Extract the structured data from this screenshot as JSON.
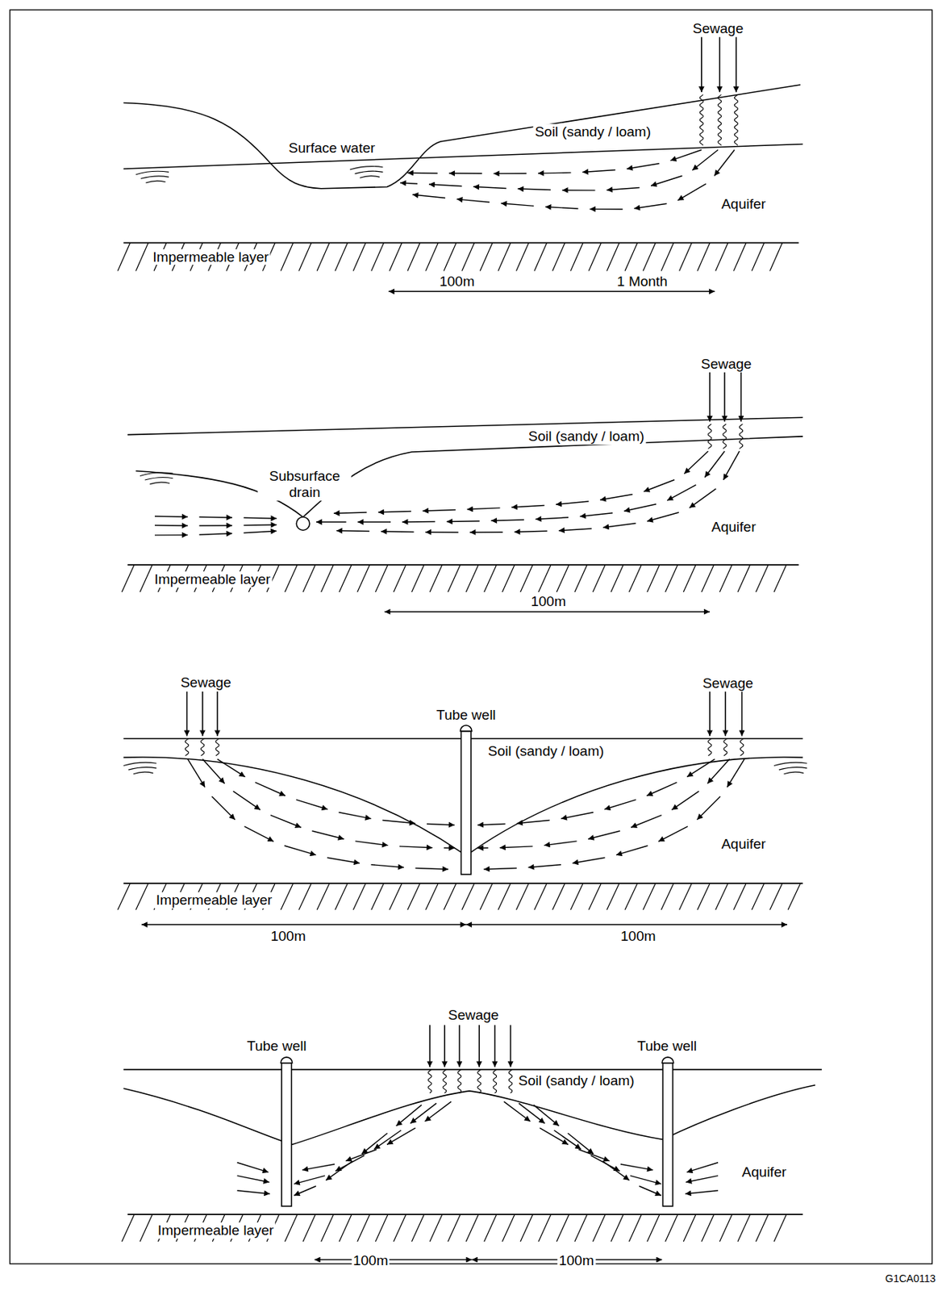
{
  "diagram": {
    "labels": [
      "Sewage",
      "Soil (sandy / loam)",
      "Surface water",
      "Aquifer",
      "Impermeable layer",
      "100m",
      "1 Month",
      "Sewage",
      "Soil (sandy / loam)",
      "Subsurface drain",
      "Aquifer",
      "Impermeable layer",
      "100m",
      "Sewage",
      "Sewage",
      "Tube well",
      "Soil (sandy / loam)",
      "Aquifer",
      "Impermeable layer",
      "100m",
      "100m",
      "Sewage",
      "Tube well",
      "Tube well",
      "Soil (sandy / loam)",
      "Aquifer",
      "Impermeable layer",
      "100m",
      "100m",
      "G1CA0113"
    ]
  }
}
